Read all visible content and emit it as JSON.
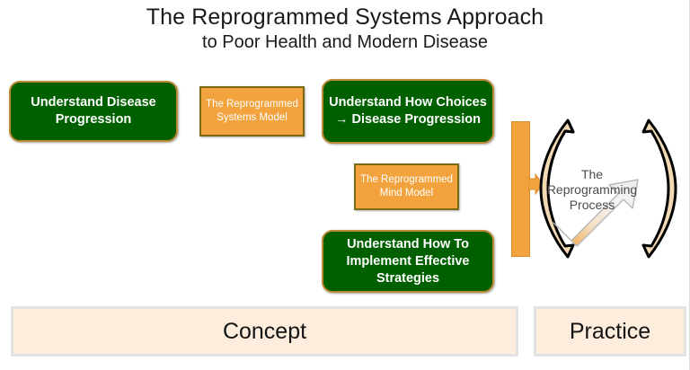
{
  "slide": {
    "title_line1": "The Reprogrammed Systems Approach",
    "title_line2": "to Poor Health and Modern Disease",
    "background_color": "#ffffff"
  },
  "colors": {
    "green_box_fill": "#006000",
    "green_box_border": "#c08a35",
    "orange_box_fill": "#f3a33e",
    "orange_box_border": "#7a6a14",
    "bar_fill": "#f3a33e",
    "bottom_bar_fill": "#fceddc",
    "bottom_bar_border": "#e2e2e2",
    "cycle_arrow_fill": "#f3d9b3",
    "cycle_arrow_outline": "#000000",
    "cycle_label_text": "#4b4b4b",
    "title_text": "#1a1a1a"
  },
  "green_boxes": [
    {
      "id": "understand-disease-progression",
      "text": "Understand Disease Progression"
    },
    {
      "id": "understand-choices-disease",
      "text": "Understand How Choices → Disease Progression"
    },
    {
      "id": "understand-implement-strategies",
      "text": "Understand How To Implement Effective Strategies"
    }
  ],
  "orange_boxes": [
    {
      "id": "reprogrammed-systems-model",
      "text": "The Reprogrammed Systems Model"
    },
    {
      "id": "reprogrammed-mind-model",
      "text": "The Reprogrammed Mind Model"
    }
  ],
  "cycle": {
    "label": "The Reprogramming Process",
    "icons": {
      "left_curved_arrow": "curved-arrow-up-icon",
      "right_curved_arrow": "curved-arrow-down-icon",
      "diagonal_arrow": "diagonal-arrow-up-right-icon"
    }
  },
  "connector": {
    "arrow_icon": "arrow-right-icon"
  },
  "bottom_bars": [
    {
      "id": "concept",
      "label": "Concept"
    },
    {
      "id": "practice",
      "label": "Practice"
    }
  ]
}
